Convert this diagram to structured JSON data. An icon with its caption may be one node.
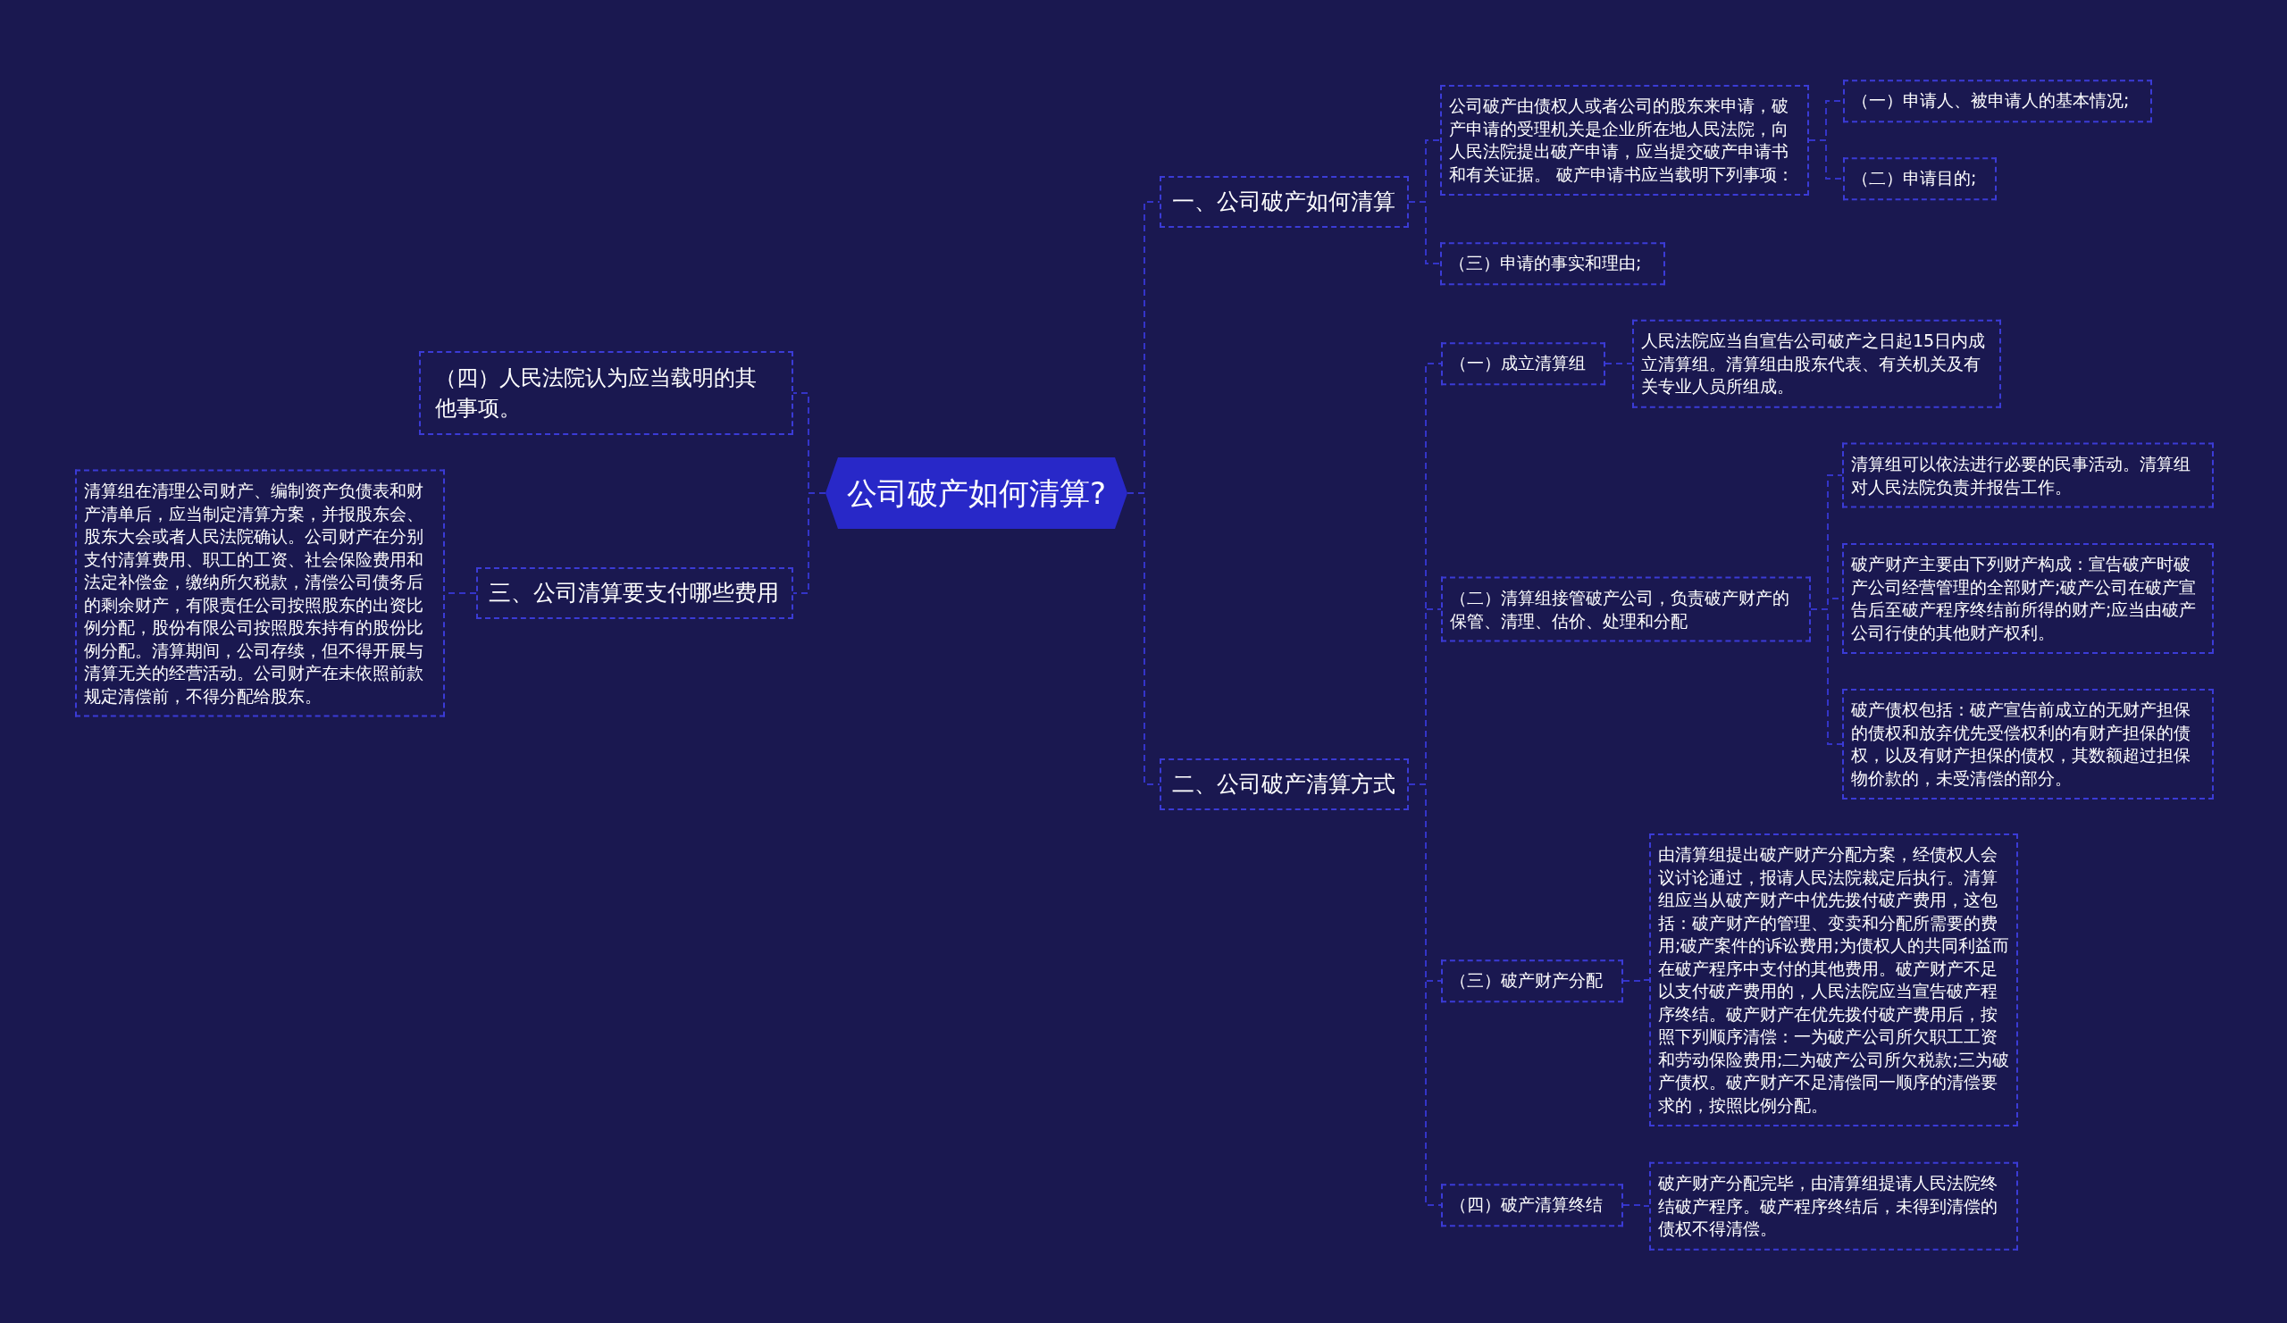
{
  "diagram": {
    "nodes": [
      {
        "text": [
          "公司破产如何清算?"
        ]
      },
      {
        "text": [
          "一、公司破产如何清算"
        ]
      },
      {
        "text": [
          "公司破产由债权人或者公司的股东来申请，破产申请的受理机关是企业所在地人民法院，向人民法院提出破产申请，应当提交破产申请书和有关证据。 破产申请书应当载明下列事项："
        ]
      },
      {
        "text": [
          "（一）申请人、被申请人的基本情况;"
        ]
      },
      {
        "text": [
          "（二）申请目的;"
        ]
      },
      {
        "text": [
          "（三）申请的事实和理由;"
        ]
      },
      {
        "text": [
          "二、公司破产清算方式"
        ]
      },
      {
        "text": [
          "（一）成立清算组"
        ]
      },
      {
        "text": [
          "人民法院应当自宣告公司破产之日起15日内成立清算组。清算组由股东代表、有关机关及有关专业人员所组成。"
        ]
      },
      {
        "text": [
          "（二）清算组接管破产公司，负责破产财产的保管、清理、估价、处理和分配"
        ]
      },
      {
        "text": [
          "清算组可以依法进行必要的民事活动。清算组对人民法院负责并报告工作。"
        ]
      },
      {
        "text": [
          "破产财产主要由下列财产构成：宣告破产时破产公司经营管理的全部财产;破产公司在破产宣告后至破产程序终结前所得的财产;应当由破产公司行使的其他财产权利。"
        ]
      },
      {
        "text": [
          "破产债权包括：破产宣告前成立的无财产担保的债权和放弃优先受偿权利的有财产担保的债权，以及有财产担保的债权，其数额超过担保物价款的，未受清偿的部分。"
        ]
      },
      {
        "text": [
          "（三）破产财产分配"
        ]
      },
      {
        "text": [
          "由清算组提出破产财产分配方案，经债权人会议讨论通过，报请人民法院裁定后执行。清算组应当从破产财产中优先拨付破产费用，这包括：破产财产的管理、变卖和分配所需要的费用;破产案件的诉讼费用;为债权人的共同利益而在破产程序中支付的其他费用。破产财产不足以支付破产费用的，人民法院应当宣告破产程序终结。破产财产在优先拨付破产费用后，按照下列顺序清偿：一为破产公司所欠职工工资和劳动保险费用;二为破产公司所欠税款;三为破产债权。破产财产不足清偿同一顺序的清偿要求的，按照比例分配。"
        ]
      },
      {
        "text": [
          "（四）破产清算终结"
        ]
      },
      {
        "text": [
          "破产财产分配完毕，由清算组提请人民法院终结破产程序。破产程序终结后，未得到清偿的债权不得清偿。"
        ]
      },
      {
        "text": [
          "（四）人民法院认为应当载明的其他事项。"
        ]
      },
      {
        "text": [
          "三、公司清算要支付哪些费用"
        ]
      },
      {
        "text": [
          "清算组在清理公司财产、编制资产负债表和财产清单后，应当制定清算方案，并报股东会、股东大会或者人民法院确认。公司财产在分别支付清算费用、职工的工资、社会保险费用和法定补偿金，缴纳所欠税款，清偿公司债务后的剩余财产，有限责任公司按照股东的出资比例分配，股份有限公司按照股东持有的股份比例分配。清算期间，公司存续，但不得开展与清算无关的经营活动。公司财产在未依照前款规定清偿前，不得分配给股东。"
        ]
      }
    ],
    "edges": [
      {
        "from": 0,
        "to": 1,
        "arrow": "none"
      },
      {
        "from": 0,
        "to": 6,
        "arrow": "none"
      },
      {
        "from": 1,
        "to": 2,
        "arrow": "none"
      },
      {
        "from": 1,
        "to": 5,
        "arrow": "none"
      },
      {
        "from": 2,
        "to": 3,
        "arrow": "none"
      },
      {
        "from": 2,
        "to": 4,
        "arrow": "none"
      },
      {
        "from": 6,
        "to": 7,
        "arrow": "none"
      },
      {
        "from": 6,
        "to": 9,
        "arrow": "none"
      },
      {
        "from": 6,
        "to": 13,
        "arrow": "none"
      },
      {
        "from": 6,
        "to": 15,
        "arrow": "none"
      },
      {
        "from": 7,
        "to": 8,
        "arrow": "none"
      },
      {
        "from": 9,
        "to": 10,
        "arrow": "none"
      },
      {
        "from": 9,
        "to": 11,
        "arrow": "none"
      },
      {
        "from": 9,
        "to": 12,
        "arrow": "none"
      },
      {
        "from": 13,
        "to": 14,
        "arrow": "none"
      },
      {
        "from": 15,
        "to": 16,
        "arrow": "none"
      },
      {
        "from": 0,
        "to": 17,
        "arrow": "none"
      },
      {
        "from": 0,
        "to": 18,
        "arrow": "none"
      },
      {
        "from": 18,
        "to": 19,
        "arrow": "none"
      }
    ]
  }
}
